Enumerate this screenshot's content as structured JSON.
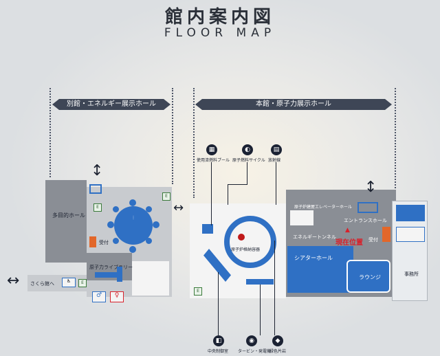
{
  "title": "館内案内図",
  "subtitle": "FLOOR MAP",
  "sections": {
    "annex": "別館・エネルギー展示ホール",
    "main": "本館・原子力展示ホール"
  },
  "rooms": {
    "multipurpose_hall": "多目的ホール",
    "reception_annex": "受付",
    "library": "原子力ライブラリー",
    "to_sakura": "さくら館へ",
    "center": "原子炉格納容器",
    "shelter_tunnel": "エネルギートンネル",
    "elevator_hall": "原子炉建屋エレベーターホール",
    "entrance_hall": "エントランスホール",
    "current_location": "現在位置",
    "reception_main": "受付",
    "theater_hall": "シアターホール",
    "lounge": "ラウンジ",
    "office": "事務所"
  },
  "top_icons": [
    {
      "label": "使用済燃料プール"
    },
    {
      "label": "原子燃料サイクル"
    },
    {
      "label": "放射線"
    }
  ],
  "bottom_icons": [
    {
      "label": "中央制御室"
    },
    {
      "label": "タービン・発電機"
    },
    {
      "label": "緑色片岩"
    }
  ],
  "colors": {
    "accent_blue": "#2f70c4",
    "banner": "#3e4656",
    "current_location": "#d8202a",
    "reception": "#e2672a"
  }
}
